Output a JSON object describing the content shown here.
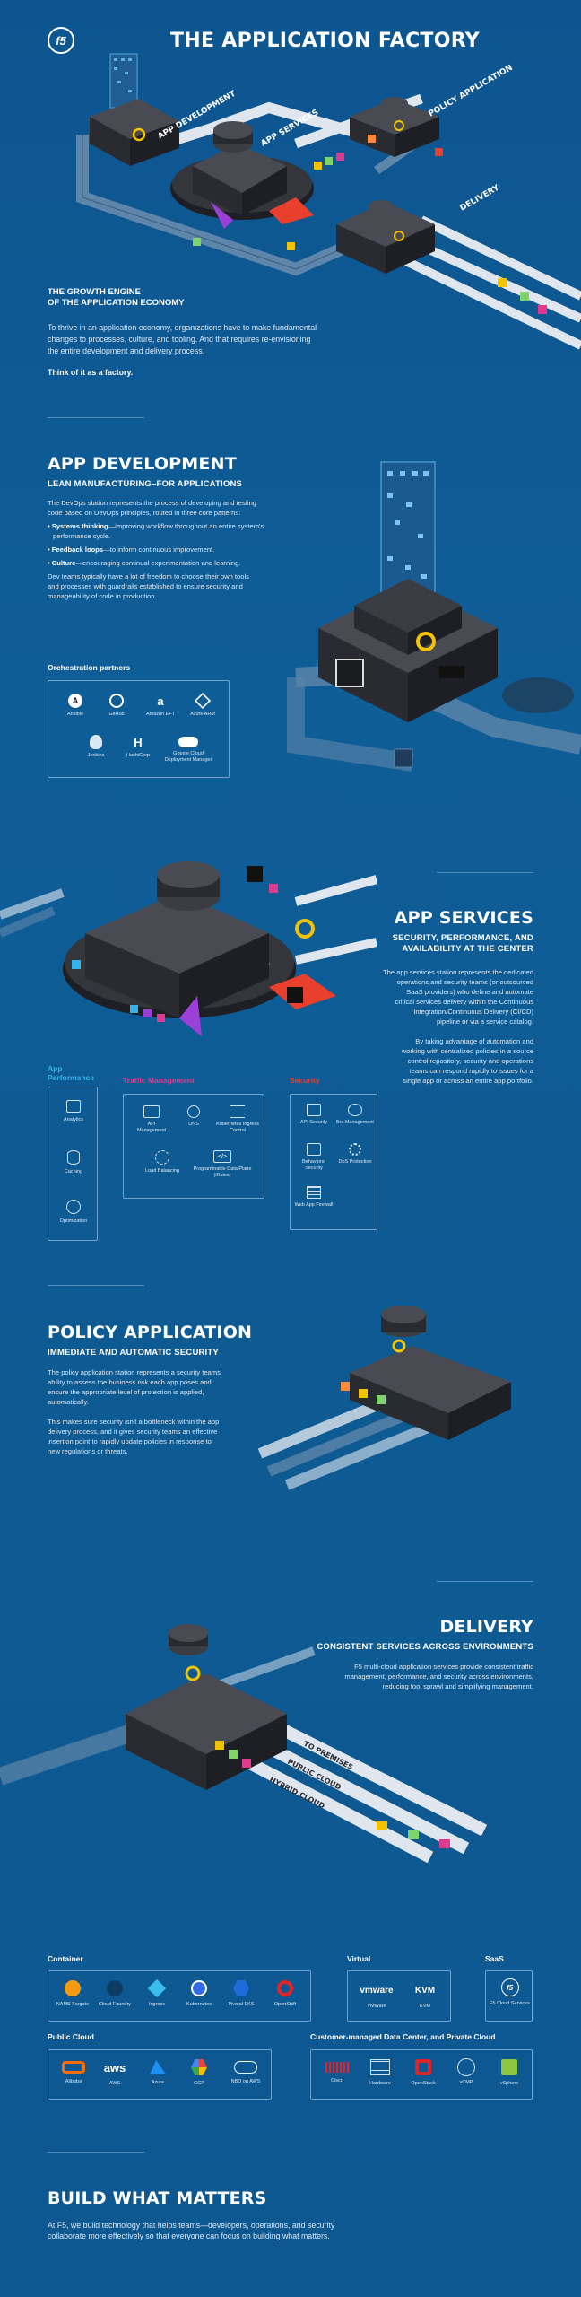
{
  "header": {
    "logo": "f5",
    "title": "THE APPLICATION FACTORY"
  },
  "hero": {
    "labels": [
      "APP DEVELOPMENT",
      "APP SERVICES",
      "POLICY APPLICATION",
      "DELIVERY"
    ],
    "heading1": "THE GROWTH ENGINE",
    "heading2": "OF THE APPLICATION ECONOMY",
    "body1": "To thrive in an application economy, organizations have to make fundamental",
    "body2": "changes to processes, culture, and tooling. And that requires re-envisioning",
    "body3": "the entire development and delivery process.",
    "tagline": "Think of it as a factory."
  },
  "appdev": {
    "title": "APP DEVELOPMENT",
    "subtitle": "LEAN MANUFACTURING–FOR APPLICATIONS",
    "p1a": "The DevOps station represents the process of developing and testing",
    "p1b": "code based on DevOps principles, routed in three core patterns:",
    "b1strong": "• Systems thinking",
    "b1rest": "—improving workflow throughout an entire system's",
    "b1c": "performance cycle.",
    "b2strong": "• Feedback loops",
    "b2rest": "—to inform continuous improvement.",
    "b3strong": "• Culture",
    "b3rest": "—encouraging continual experimentation and learning.",
    "p2a": "Dev teams typically have a lot of freedom to choose their own tools",
    "p2b": "and processes with guardrails established to ensure security and",
    "p2c": "manageability of code in production.",
    "partners_title": "Orchestration partners",
    "partners": [
      "Ansible",
      "GitHub",
      "Amazon EFT",
      "Azure ARM",
      "Jenkins",
      "HashiCorp",
      "Google Cloud Deployment Manager"
    ]
  },
  "appservices": {
    "title": "APP SERVICES",
    "sub1": "SECURITY, PERFORMANCE, AND",
    "sub2": "AVAILABILITY AT THE CENTER",
    "p1": [
      "The app services station represents the dedicated",
      "operations and security teams (or outsourced",
      "SaaS providers) who define and automate",
      "critical services delivery within the Continuous",
      "Integration/Continuous Delivery (CI/CD)",
      "pipeline or via a service catalog."
    ],
    "p2": [
      "By taking advantage of automation and",
      "working with centralized policies in a source",
      "control repository, security and operations",
      "teams can respond rapidly to issues for a",
      "single app or across an entire app portfolio."
    ],
    "perf_title1": "App",
    "perf_title2": "Performance",
    "perf_items": [
      "Analytics",
      "Caching",
      "Optimization"
    ],
    "traffic_title": "Traffic Management",
    "traffic_items": [
      "API Management",
      "DNS",
      "Kubernetes Ingress Control",
      "Load Balancing",
      "Programmable Data Plane (iRules)"
    ],
    "security_title": "Security",
    "security_items": [
      "API Security",
      "Bot Management",
      "Behavioral Security",
      "DoS Protection",
      "Web App Firewall"
    ],
    "perf_color": "#35b3e6",
    "traffic_color": "#e03a8e",
    "security_color": "#e8402c"
  },
  "policy": {
    "title": "POLICY APPLICATION",
    "subtitle": "IMMEDIATE AND AUTOMATIC SECURITY",
    "p1": [
      "The policy application station represents a security teams'",
      "ability to assess the business risk each app poses and",
      "ensure the appropriate level of protection is applied,",
      "automatically."
    ],
    "p2": [
      "This makes sure security isn't a bottleneck within the app",
      "delivery process, and it gives security teams an effective",
      "insertion point to rapidly update policies in response to",
      "new regulations or threats."
    ]
  },
  "delivery": {
    "title": "DELIVERY",
    "subtitle": "CONSISTENT SERVICES ACROSS ENVIRONMENTS",
    "p1": [
      "F5 multi-cloud application services provide consistent traffic",
      "management, performance, and security across environments,",
      "reducing tool sprawl and simplifying management."
    ],
    "lanes": [
      "TO PREMISES",
      "PUBLIC CLOUD",
      "HYBRID CLOUD"
    ]
  },
  "env": {
    "container_title": "Container",
    "container_items": [
      "NAMS Fargate",
      "Cloud Foundry",
      "Ingress",
      "Kubernetes",
      "Pivotal EKS",
      "OpenShift"
    ],
    "virtual_title": "Virtual",
    "virtual_items": [
      "VMWare",
      "KVM"
    ],
    "virtual_logos": [
      "vmware",
      "KVM"
    ],
    "saas_title": "SaaS",
    "saas_items": [
      "F5 Cloud Services"
    ],
    "public_title": "Public Cloud",
    "public_items": [
      "Alibaba",
      "AWS",
      "Azure",
      "GCP",
      "NBD on AWS"
    ],
    "public_logos": [
      "aws"
    ],
    "dc_title": "Customer-managed Data Center, and Private Cloud",
    "dc_items": [
      "Cisco",
      "Hardware",
      "OpenStack",
      "vCMP",
      "vSphere"
    ]
  },
  "footer": {
    "title": "BUILD WHAT MATTERS",
    "body1": "At F5, we build technology that helps teams—developers, operations, and security",
    "body2": "collaborate more effectively so that everyone can focus on building what matters."
  }
}
